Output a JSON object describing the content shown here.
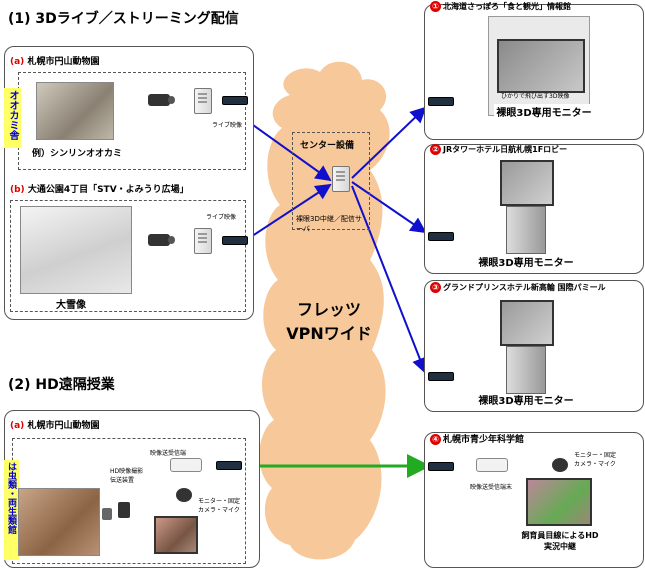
{
  "section1": {
    "title": "(1) 3Dライブ／ストリーミング配信",
    "a": {
      "tag": "(a)",
      "place": "札幌市円山動物園",
      "vertical_label": "オオカミ舎",
      "example": "例）シンリンオオカミ",
      "live_video": "ライブ映像"
    },
    "b": {
      "tag": "(b)",
      "place": "大通公園4丁目「STV・よみうり広場」",
      "live_video": "ライブ映像",
      "snow_statue": "大雪像"
    }
  },
  "center": {
    "title": "センター設備",
    "relay": "裸眼3D中継／配信サーバ"
  },
  "cloud": {
    "line1": "フレッツ",
    "line2": "VPNワイド"
  },
  "venues": [
    {
      "num": "①",
      "name": "北海道さっぽろ「食と観光」情報館",
      "monitor": "裸眼3D専用モニター",
      "screen_text": "ひかりで飛び出す3D映像"
    },
    {
      "num": "②",
      "name": "JRタワーホテル日航札幌1Fロビー",
      "monitor": "裸眼3D専用モニター"
    },
    {
      "num": "③",
      "name": "グランドプリンスホテル新高輪  国際パミール",
      "monitor": "裸眼3D専用モニター"
    }
  ],
  "section2": {
    "title": "(2) HD遠隔授業",
    "a": {
      "tag": "(a)",
      "place": "札幌市円山動物園",
      "vertical_label": "は虫類・両生類館",
      "sender": "映像送受信端",
      "hd_camera": "HD映像撮影伝送装置",
      "mic": "モニター・固定カメラ・マイク"
    },
    "c4": {
      "num": "④",
      "place": "札幌市青少年科学館",
      "sender": "映像送受信端末",
      "mic": "モニター・固定カメラ・マイク",
      "caption": "飼育員目線によるHD実況中継"
    }
  },
  "colors": {
    "blue_link": "#1010cc",
    "green_link": "#22aa22",
    "cloud": "#f6c89a",
    "accent_red": "#e00000"
  }
}
